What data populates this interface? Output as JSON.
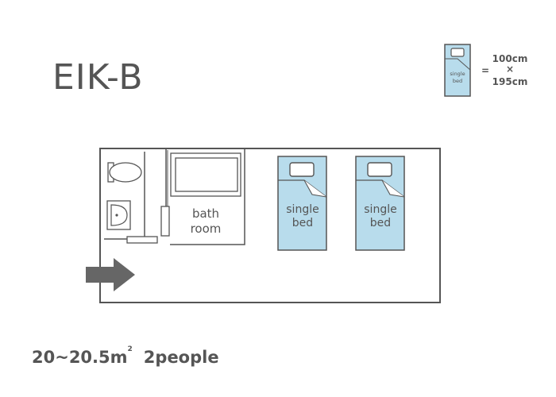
{
  "room": {
    "name": "EIK-B"
  },
  "legend": {
    "bed_label_line1": "single",
    "bed_label_line2": "bed",
    "equals": "=",
    "width": "100cm",
    "times": "×",
    "length": "195cm"
  },
  "plan": {
    "bathroom_line1": "bath",
    "bathroom_line2": "room",
    "beds": [
      {
        "line1": "single",
        "line2": "bed"
      },
      {
        "line1": "single",
        "line2": "bed"
      }
    ]
  },
  "info": {
    "area": "20~20.5",
    "area_unit": "m",
    "area_unit_sup": "2",
    "capacity": "2people"
  },
  "colors": {
    "bed_fill": "#b8dcec",
    "line": "#555555",
    "arrow": "#666666"
  },
  "icons": [
    "toilet-icon",
    "sink-icon",
    "bathtub-icon",
    "pillow-icon",
    "entrance-arrow-icon"
  ]
}
